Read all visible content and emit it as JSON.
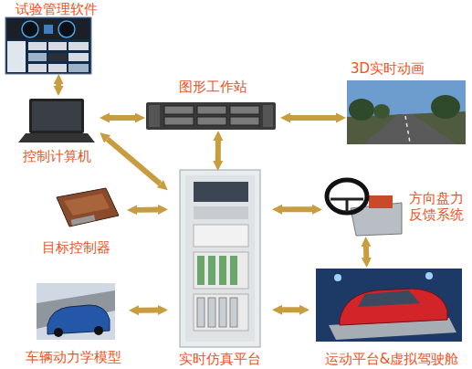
{
  "diagram": {
    "nodes": [
      {
        "text": [
          "试验管理软件"
        ]
      },
      {
        "text": [
          "图形工作站"
        ]
      },
      {
        "text": [
          "3D实时动画"
        ]
      },
      {
        "text": [
          "控制计算机"
        ]
      },
      {
        "text": [
          "目标控制器"
        ]
      },
      {
        "text": [
          "实时仿真平台"
        ]
      },
      {
        "text": [
          "方向盘力 反馈系统"
        ]
      },
      {
        "text": [
          "车辆动力学模型"
        ]
      },
      {
        "text": [
          "运动平台&虚拟驾驶舱"
        ]
      }
    ],
    "edges": [
      {
        "from": 0,
        "to": 3,
        "arrow": "both"
      },
      {
        "from": 3,
        "to": 1,
        "arrow": "both"
      },
      {
        "from": 1,
        "to": 2,
        "arrow": "both"
      },
      {
        "from": 1,
        "to": 5,
        "arrow": "both"
      },
      {
        "from": 3,
        "to": 5,
        "arrow": "both"
      },
      {
        "from": 4,
        "to": 5,
        "arrow": "both"
      },
      {
        "from": 5,
        "to": 6,
        "arrow": "both"
      },
      {
        "from": 6,
        "to": 8,
        "arrow": "both"
      },
      {
        "from": 7,
        "to": 5,
        "arrow": "both"
      },
      {
        "from": 5,
        "to": 8,
        "arrow": "both"
      }
    ]
  }
}
